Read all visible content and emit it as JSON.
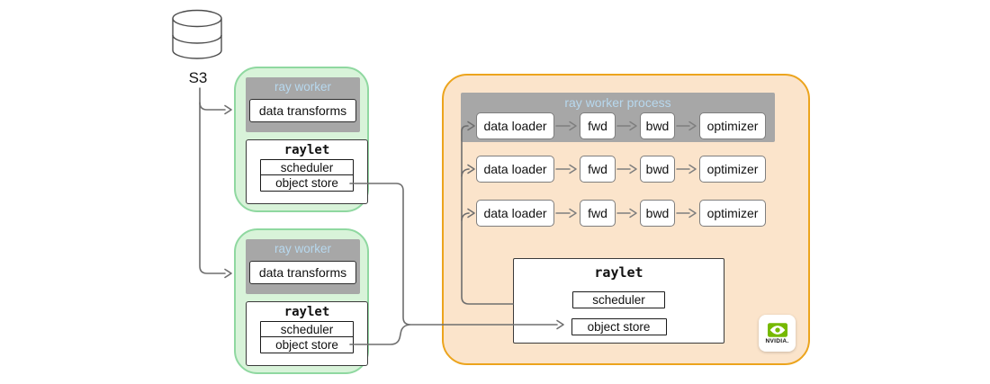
{
  "colors": {
    "green_fill": "#d8f3d9",
    "green_border": "#8fd8a0",
    "orange_fill": "#fbe4cb",
    "orange_border": "#eca41d",
    "gray_header": "#a7a7a7",
    "header_text": "#b7d8ee",
    "line": "#6e6e6e",
    "nvidia_green": "#76b900"
  },
  "s3": {
    "label": "S3"
  },
  "workers": [
    {
      "title": "ray worker",
      "data_transforms": "data transforms",
      "raylet": {
        "title": "raylet",
        "scheduler": "scheduler",
        "object_store": "object store"
      }
    },
    {
      "title": "ray worker",
      "data_transforms": "data transforms",
      "raylet": {
        "title": "raylet",
        "scheduler": "scheduler",
        "object_store": "object store"
      }
    }
  ],
  "process": {
    "title": "ray worker process",
    "rows": [
      [
        "data loader",
        "fwd",
        "bwd",
        "optimizer"
      ],
      [
        "data loader",
        "fwd",
        "bwd",
        "optimizer"
      ],
      [
        "data loader",
        "fwd",
        "bwd",
        "optimizer"
      ]
    ]
  },
  "main_raylet": {
    "title": "raylet",
    "scheduler": "scheduler",
    "object_store": "object store"
  },
  "nvidia": {
    "label": "NVIDIA."
  }
}
